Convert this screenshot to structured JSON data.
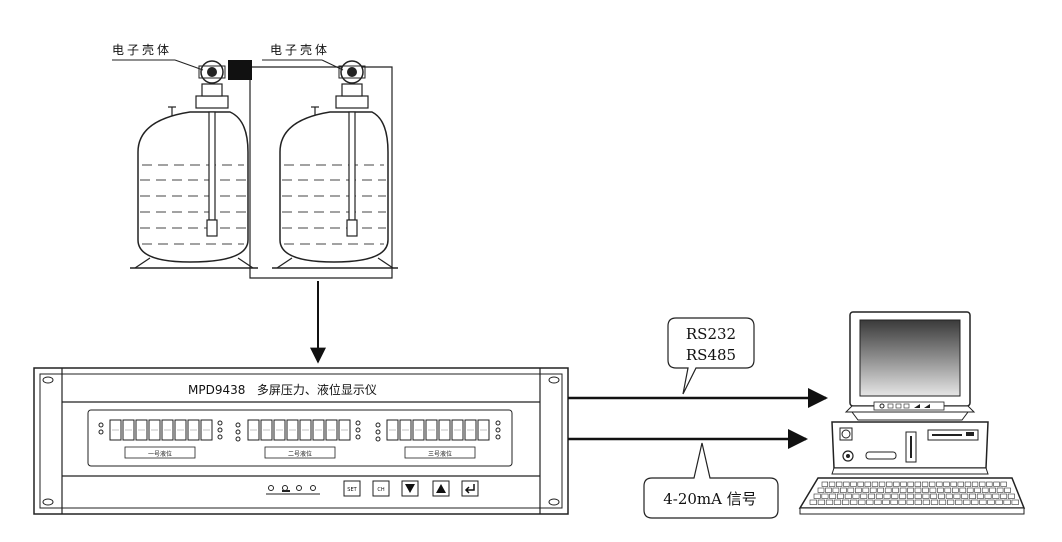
{
  "tanks": {
    "left_label": "电子壳体",
    "right_label": "电子壳体"
  },
  "instrument": {
    "title": "MPD9438   多屏压力、液位显示仪",
    "channels": [
      {
        "caption": "一号液位"
      },
      {
        "caption": "二号液位"
      },
      {
        "caption": "三号液位"
      }
    ],
    "buttons": {
      "set": "SET",
      "ch": "CH"
    }
  },
  "signals": {
    "serial_line1": "RS232",
    "serial_line2": "RS485",
    "analog": "4-20mA 信号"
  }
}
